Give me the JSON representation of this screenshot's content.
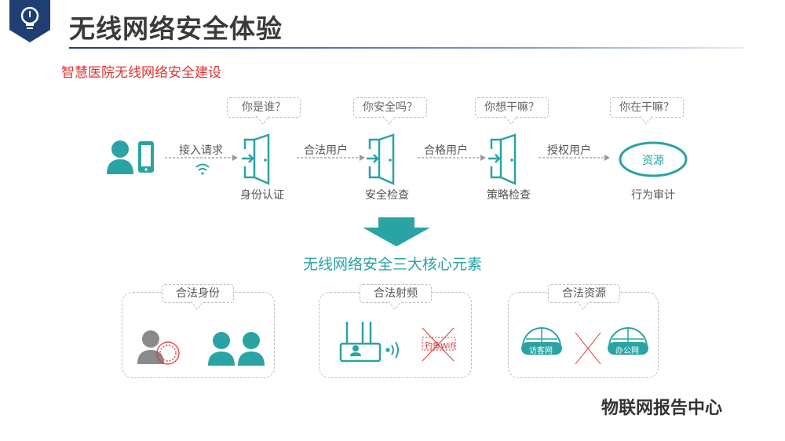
{
  "header": {
    "title": "无线网络安全体验",
    "subtitle": "智慧医院无线网络安全建设"
  },
  "flow": {
    "questions": [
      "你是谁？",
      "你安全吗？",
      "你想干嘛？",
      "你在干嘛？"
    ],
    "arrow_labels": [
      "接入请求",
      "合法用户",
      "合格用户",
      "授权用户"
    ],
    "stage_labels": [
      "身份认证",
      "安全检查",
      "策略检查",
      "行为审计"
    ],
    "resource_label": "资源"
  },
  "core": {
    "title": "无线网络安全三大核心元素",
    "panels": [
      {
        "title": "合法身份"
      },
      {
        "title": "合法射频",
        "fake_wifi_label": "钓鱼Wifi"
      },
      {
        "title": "合法资源",
        "guest_label": "访客网",
        "office_label": "办公网"
      }
    ]
  },
  "watermark": {
    "text": "物联网报告中心"
  },
  "colors": {
    "teal": "#2aa3a5",
    "red": "#e0322f",
    "navy": "#1f3f74",
    "gray": "#8a8a8a"
  }
}
